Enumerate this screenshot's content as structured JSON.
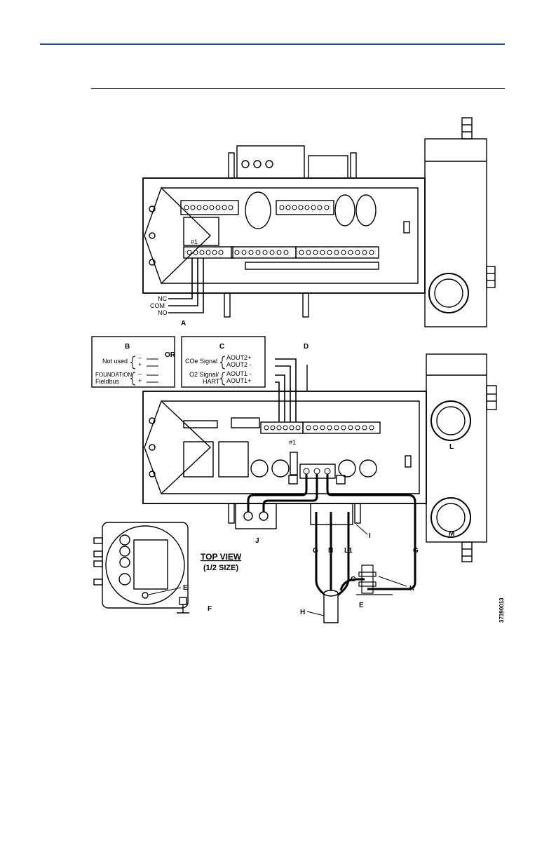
{
  "labels": {
    "A": "A",
    "B": "B",
    "C": "C",
    "D": "D",
    "E": "E",
    "F": "F",
    "H": "H",
    "I": "I",
    "J": "J",
    "K": "K",
    "L": "L",
    "M": "M",
    "or": "OR"
  },
  "relay": {
    "nc": "NC",
    "com": "COM",
    "no": "NO",
    "terminal": "#1"
  },
  "box_b": {
    "not_used": "Not used",
    "minus": "–",
    "plus": "+",
    "foundation": "FOUNDATION",
    "fieldbus": "Fieldbus"
  },
  "box_c": {
    "coe_signal": "COe Signal",
    "aout2_plus": "AOUT2+",
    "aout2_minus": "AOUT2 -",
    "o2_signal": "O2 Signal/",
    "hart": "HART",
    "aout1_minus": "AOUT1 -",
    "aout1_plus": "AOUT1+"
  },
  "power": {
    "g_left": "G",
    "n": "N",
    "l1": "L1",
    "g_right": "G",
    "g_ground": "G",
    "terminal": "#1"
  },
  "top_view": {
    "title": "TOP  VIEW",
    "size": "(1/2 SIZE)"
  },
  "figure_id": "37390013"
}
